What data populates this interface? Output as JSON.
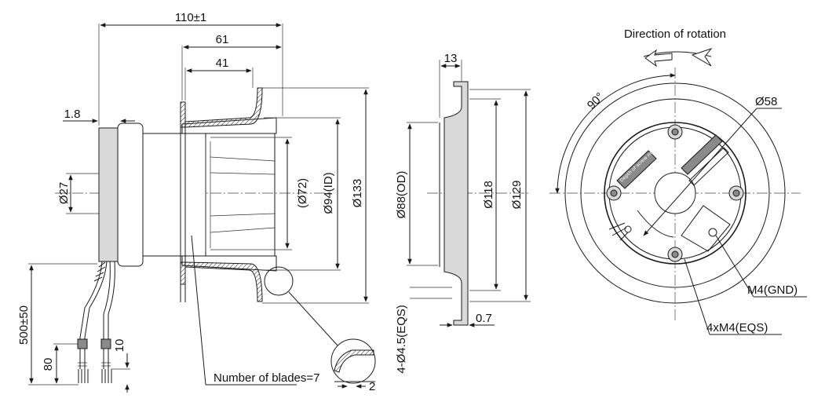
{
  "side_view": {
    "overall_length": "110±1",
    "length_61": "61",
    "length_41": "41",
    "flange_thickness": "1.8",
    "hub_diameter": "Ø27",
    "inner_diameter_72": "(Ø72)",
    "inner_diameter_id": "Ø94(ID)",
    "outer_diameter": "Ø133",
    "cable_length": "500±50",
    "strip_length": "80",
    "wire_strip": "10",
    "blade_note": "Number of blades=7",
    "detail_thickness": "2"
  },
  "ring_view": {
    "depth": "13",
    "outer_diameter": "Ø88(OD)",
    "diameter_118": "Ø118",
    "diameter_129": "Ø129",
    "holes": "4-Ø4.5(EQS)",
    "thickness": "0.7"
  },
  "front_view": {
    "rotation_label": "Direction of rotation",
    "angle": "90°",
    "diameter_58": "Ø58",
    "ground_screw": "M4(GND)",
    "mount_screws": "4xM4(EQS)",
    "plate_label": "Depth of screw max.5mm"
  }
}
